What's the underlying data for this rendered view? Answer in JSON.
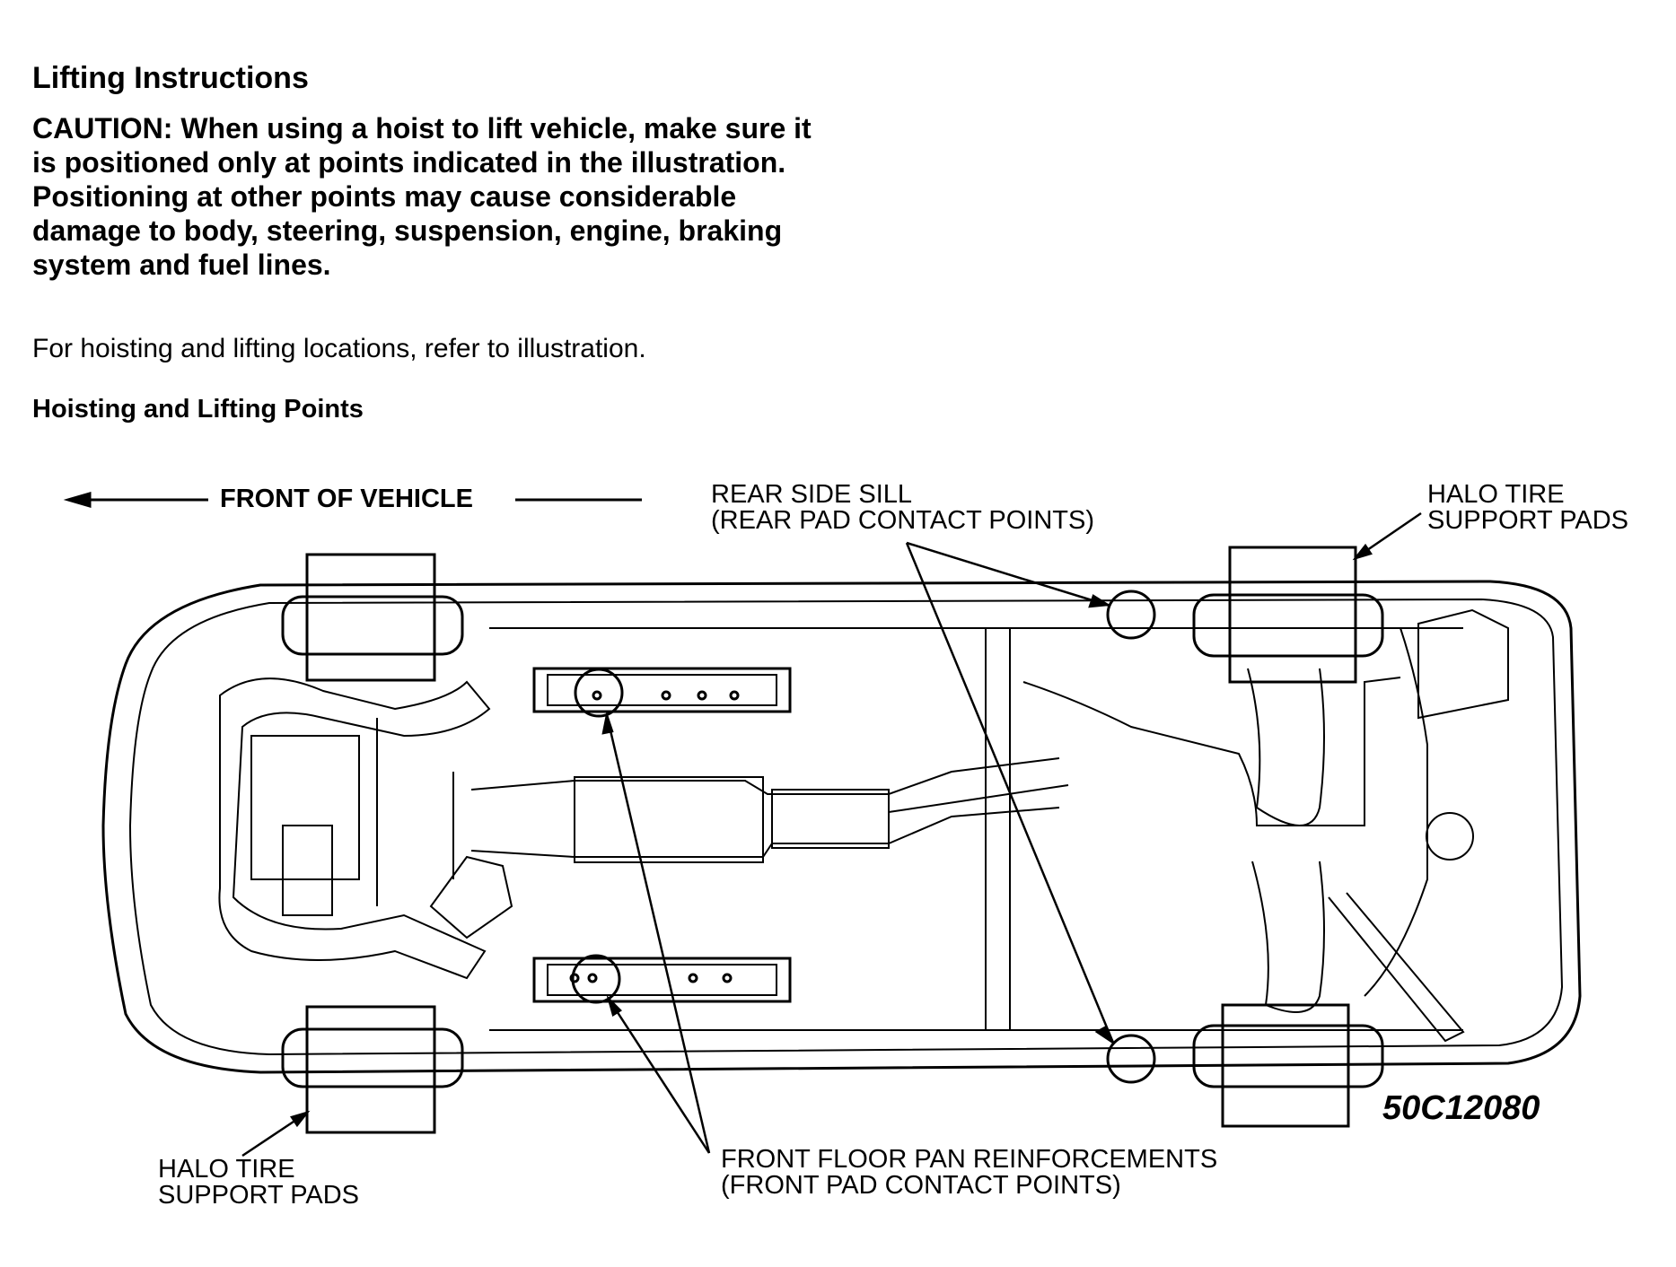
{
  "heading": "Lifting Instructions",
  "caution": "CAUTION: When using a hoist to lift vehicle, make sure it is positioned only at points indicated in the illustration. Positioning at other points may cause considerable damage to body, steering, suspension, engine, braking system and fuel lines.",
  "body": "For hoisting and lifting locations, refer to illustration.",
  "subheading": "Hoisting and Lifting Points",
  "diagram": {
    "front_label": "FRONT OF VEHICLE",
    "rear_sill_line1": "REAR SIDE SILL",
    "rear_sill_line2": "(REAR PAD CONTACT POINTS)",
    "halo_rear_line1": "HALO TIRE",
    "halo_rear_line2": "SUPPORT PADS",
    "halo_front_line1": "HALO TIRE",
    "halo_front_line2": "SUPPORT PADS",
    "floor_pan_line1": "FRONT FLOOR PAN REINFORCEMENTS",
    "floor_pan_line2": "(FRONT PAD CONTACT POINTS)",
    "figure_number": "50C12080"
  }
}
